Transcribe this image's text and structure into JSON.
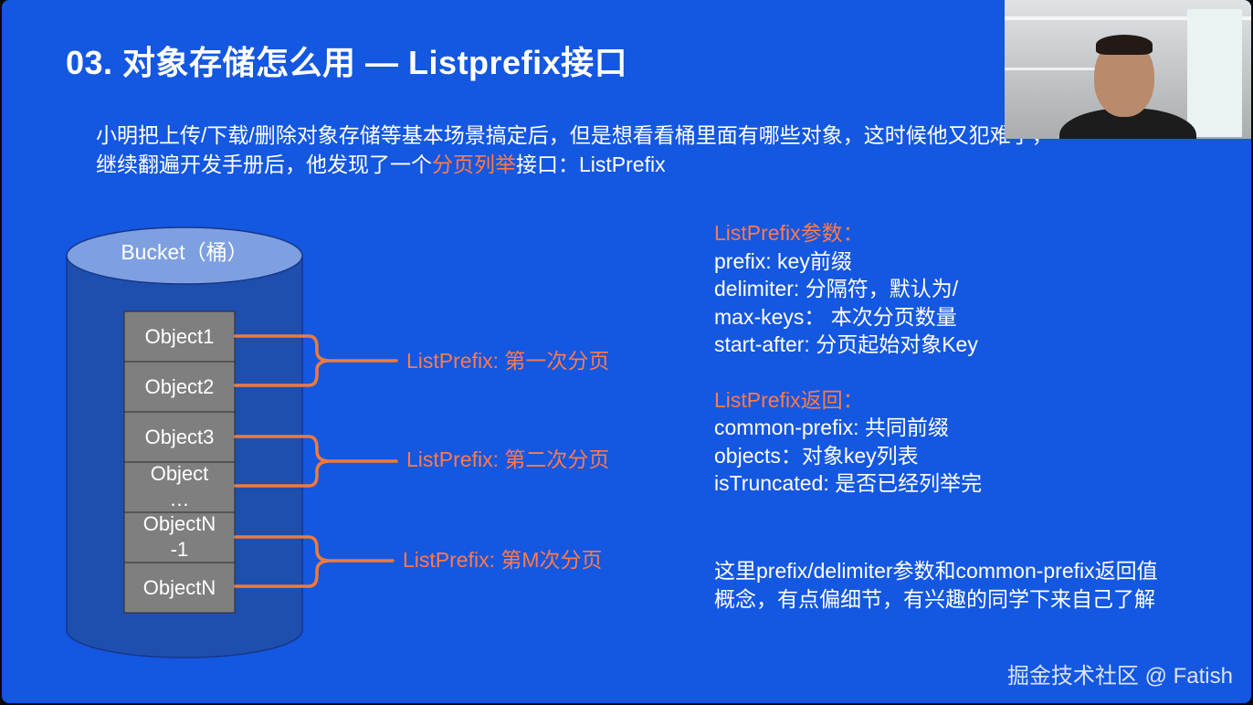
{
  "title": "03. 对象存储怎么用 — Listprefix接口",
  "intro": {
    "line1": "小明把上传/下载/删除对象存储等基本场景搞定后，但是想看看桶里面有哪些对象，这时候他又犯难了，",
    "line2_before": "继续翻遍开发手册后，他发现了一个",
    "line2_highlight": "分页列举",
    "line2_after": "接口：ListPrefix"
  },
  "bucket": {
    "label": "Bucket（桶）",
    "objects": [
      "Object1",
      "Object2",
      "Object3",
      "Object\n…",
      "ObjectN\n-1",
      "ObjectN"
    ]
  },
  "pages": [
    {
      "label": "ListPrefix: 第一次分页"
    },
    {
      "label": "ListPrefix: 第二次分页"
    },
    {
      "label": "ListPrefix: 第M次分页"
    }
  ],
  "params": {
    "header": "ListPrefix参数：",
    "items": [
      "prefix: key前缀",
      "delimiter: 分隔符，默认为/",
      "max-keys：  本次分页数量",
      "start-after:  分页起始对象Key"
    ]
  },
  "returns": {
    "header": "ListPrefix返回：",
    "items": [
      "common-prefix: 共同前缀",
      "objects：对象key列表",
      "isTruncated: 是否已经列举完"
    ]
  },
  "note": {
    "line1": "这里prefix/delimiter参数和common-prefix返回值",
    "line2": "概念，有点偏细节，有兴趣的同学下来自己了解"
  },
  "watermark": "掘金技术社区 @ Fatish",
  "colors": {
    "background": "#1457e0",
    "accent": "#ff7a4a",
    "bucket_body": "#1f4fae",
    "bucket_top": "#7e9fe0",
    "object_box": "#7f7f7f",
    "bracket": "#f07a3a"
  }
}
